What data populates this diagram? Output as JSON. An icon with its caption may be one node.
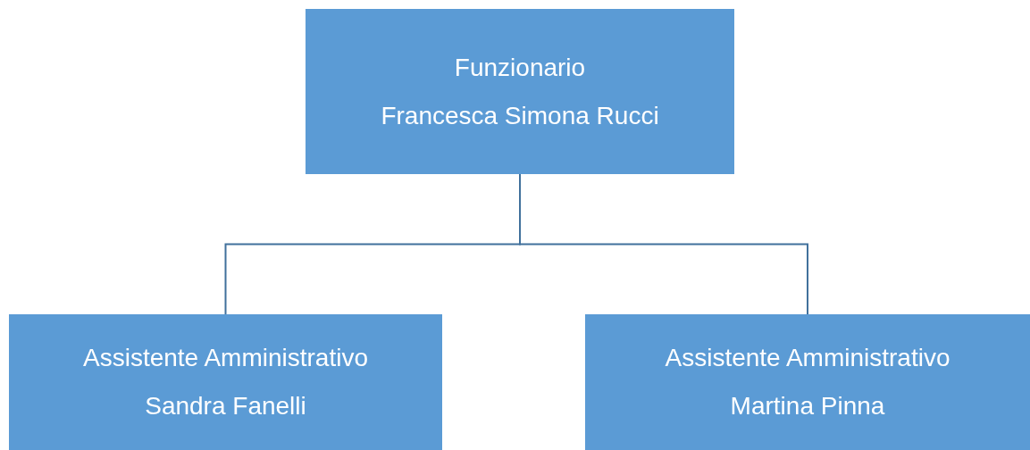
{
  "diagram": {
    "nodes": [
      {
        "text": [
          "Funzionario",
          "Francesca Simona Rucci"
        ]
      },
      {
        "text": [
          "Assistente Amministrativo",
          "Sandra Fanelli"
        ]
      },
      {
        "text": [
          "Assistente Amministrativo",
          "Martina Pinna"
        ]
      }
    ],
    "edges": [
      {
        "from": 0,
        "to": 1,
        "arrow": "none"
      },
      {
        "from": 0,
        "to": 2,
        "arrow": "none"
      }
    ]
  }
}
